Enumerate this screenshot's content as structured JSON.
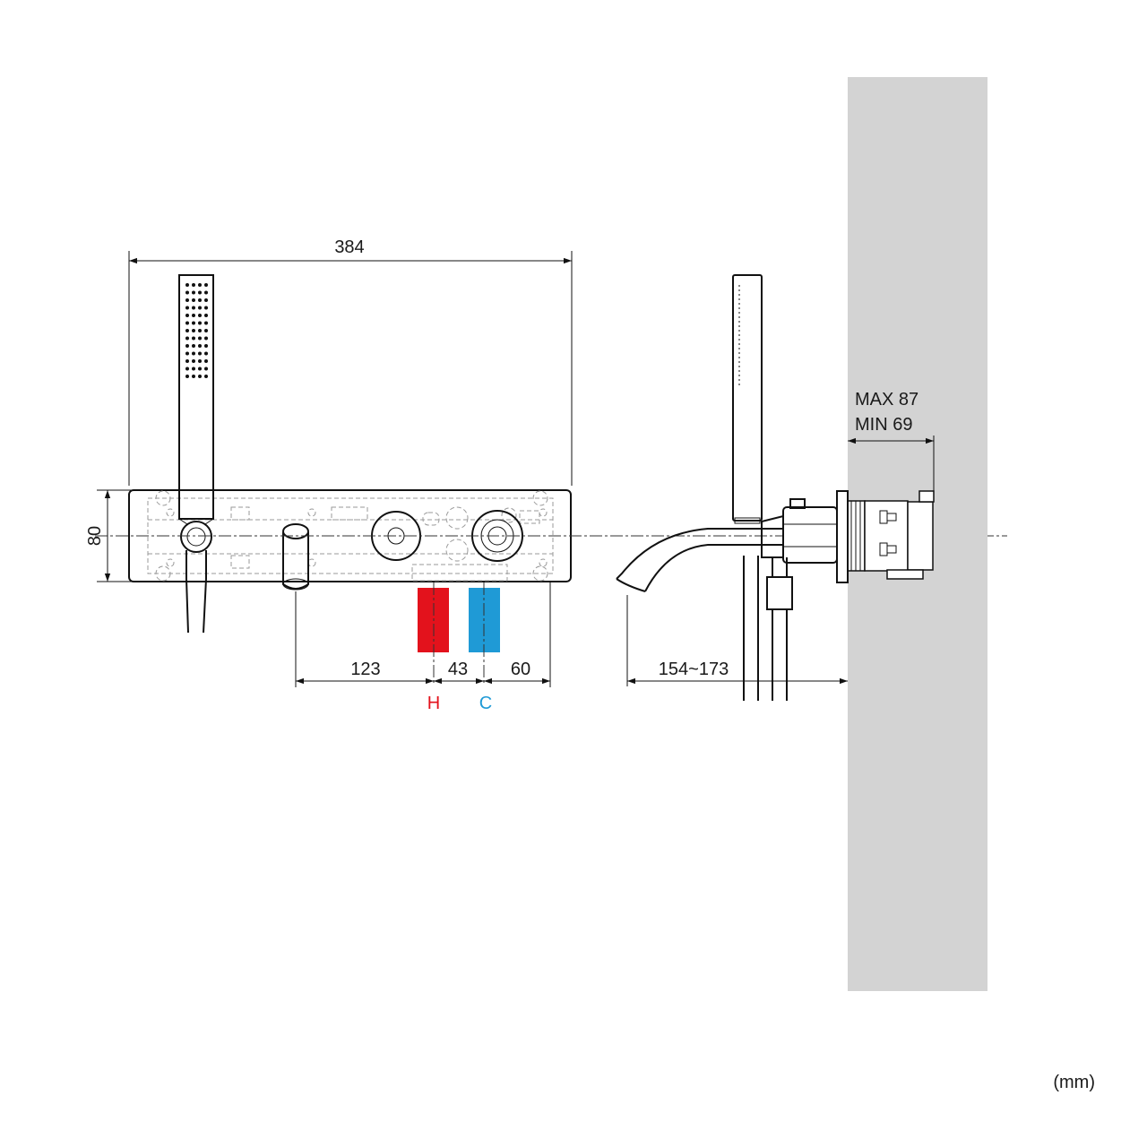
{
  "dimensions": {
    "overall_width": "384",
    "panel_height": "80",
    "spout_to_hot": "123",
    "hot_to_cold": "43",
    "cold_to_edge": "60",
    "spout_projection": "154~173",
    "wall_depth_max": "MAX 87",
    "wall_depth_min": "MIN 69"
  },
  "inlets": {
    "hot_label": "H",
    "cold_label": "C",
    "hot_color": "#e3121c",
    "cold_color": "#1f9ad6"
  },
  "units": "(mm)",
  "colors": {
    "wall": "#d3d3d3",
    "line": "#111111"
  }
}
